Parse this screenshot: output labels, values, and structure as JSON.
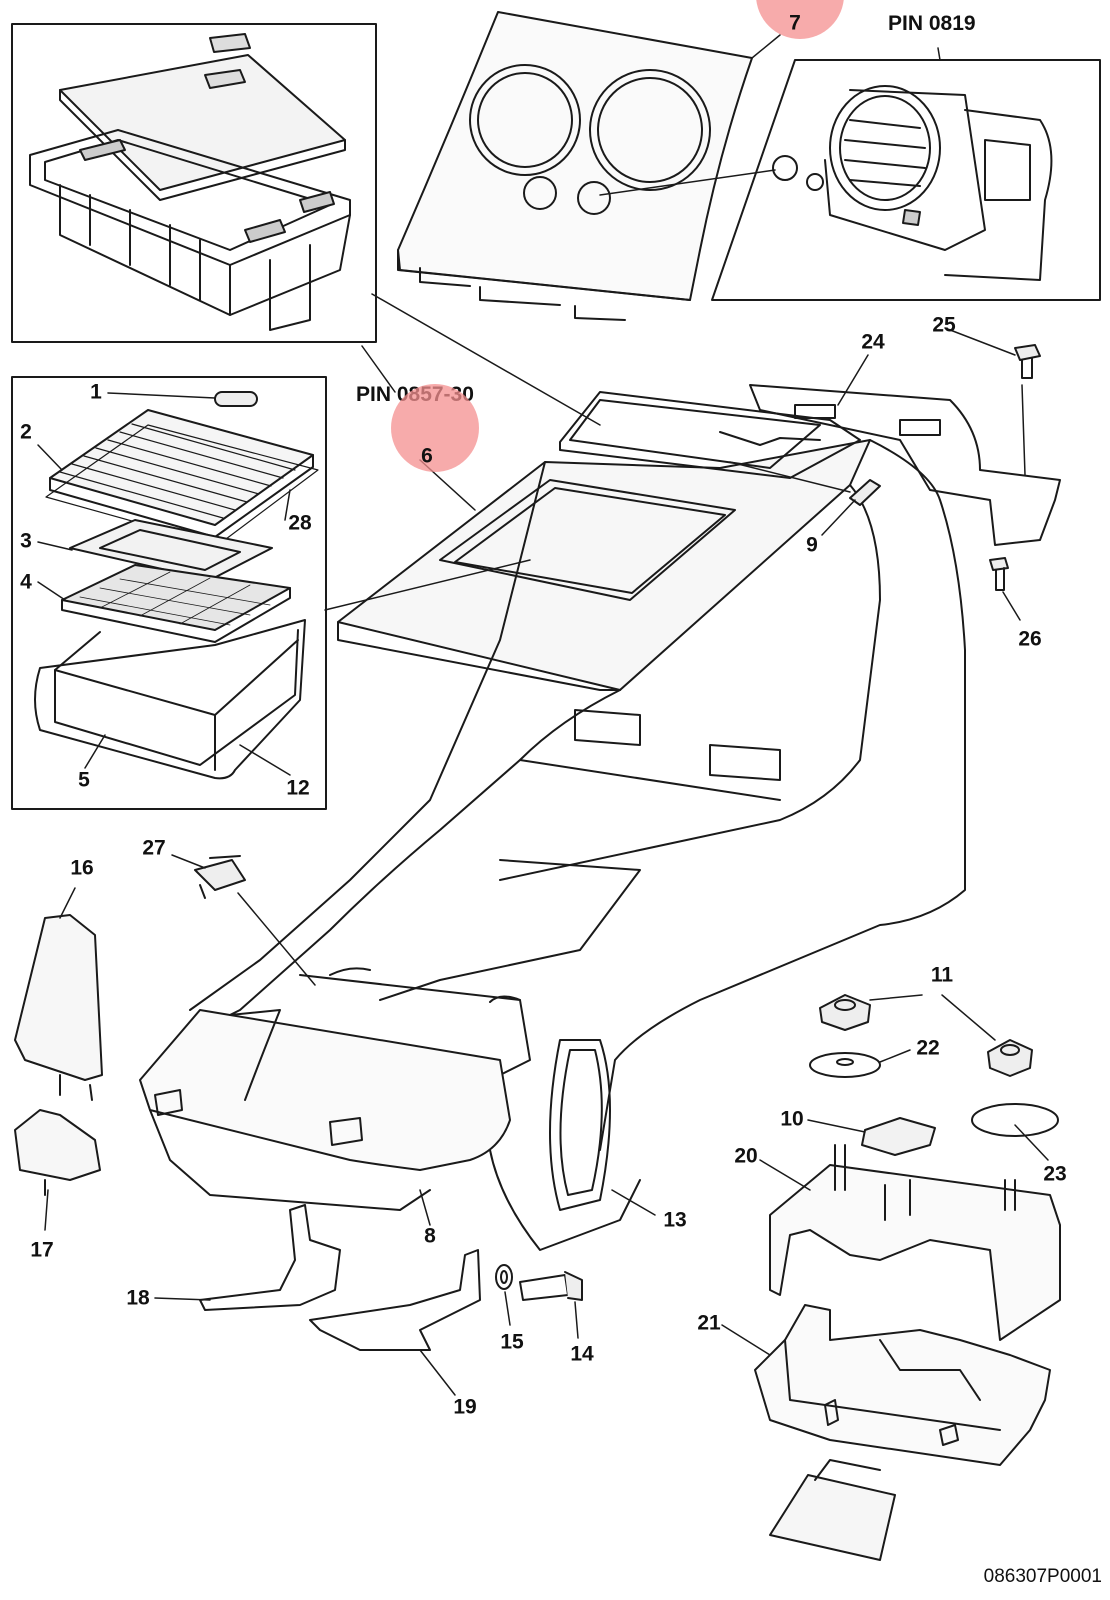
{
  "diagram": {
    "reference_code": "086307P0001",
    "pin_labels": [
      "PIN 0819",
      "PIN 0857-30"
    ],
    "highlight_color": "#f48f8f",
    "line_color": "#1a1a1a",
    "callouts": [
      "1",
      "2",
      "3",
      "4",
      "5",
      "6",
      "7",
      "8",
      "9",
      "10",
      "11",
      "12",
      "13",
      "14",
      "15",
      "16",
      "17",
      "18",
      "19",
      "20",
      "21",
      "22",
      "23",
      "24",
      "25",
      "26",
      "27",
      "28"
    ],
    "highlighted_callouts": [
      "6",
      "7"
    ]
  }
}
